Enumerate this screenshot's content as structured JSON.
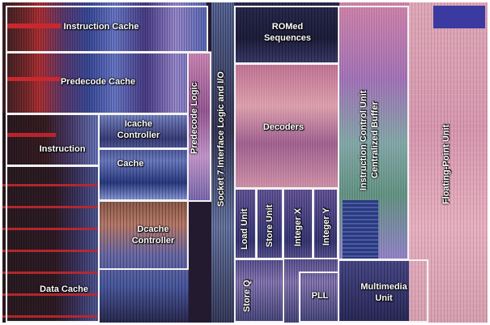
{
  "labels": {
    "instruction_cache": "Instruction Cache",
    "predecode_cache": "Predecode Cache",
    "instruction": "Instruction",
    "icache_controller_1": "Icache",
    "icache_controller_2": "Controller",
    "cache": "Cache",
    "dcache_controller_1": "Dcache",
    "dcache_controller_2": "Controller",
    "data_cache": "Data Cache",
    "predecode_logic": "Predecode Logic",
    "socket7": "Socket 7 Interface Logic and I/O",
    "romed_1": "ROMed",
    "romed_2": "Sequences",
    "decoders": "Decoders",
    "load_unit": "Load Unit",
    "store_unit": "Store Unit",
    "integer_x": "Integer X",
    "integer_y": "Integer Y",
    "store_q": "Store Q",
    "pll": "PLL",
    "icu_1": "Instruction Control Unit",
    "icu_2": "Centralized Buffer",
    "multimedia_1": "Multimedia",
    "multimedia_2": "Unit",
    "fpu": "Floating-Point Unit"
  },
  "colors": {
    "outline": "#f2f2f2",
    "cache_red": "#b8242c",
    "cache_dark": "#2a1a20",
    "logic_blue": "#4a5aa8",
    "logic_pink": "#b86a98",
    "fpu_pink": "#d9a0b0"
  }
}
